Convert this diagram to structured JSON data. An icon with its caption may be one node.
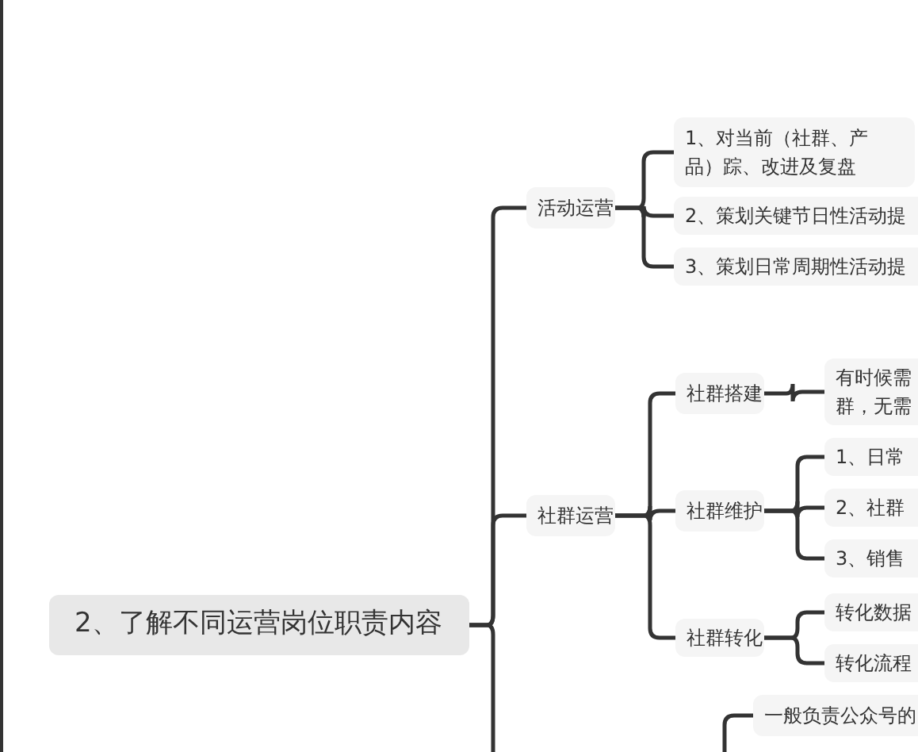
{
  "diagram": {
    "nodes": [
      {
        "text": [
          "2、了解不同运营岗位职责内容"
        ]
      },
      {
        "text": [
          "活动运营"
        ]
      },
      {
        "text": [
          "1、对当前（社群、产品）踪、改进及复盘"
        ]
      },
      {
        "text": [
          "2、策划关键节日性活动提"
        ]
      },
      {
        "text": [
          "3、策划日常周期性活动提"
        ]
      },
      {
        "text": [
          "社群运营"
        ]
      },
      {
        "text": [
          "社群搭建"
        ]
      },
      {
        "text": [
          "有时候需群，无需"
        ]
      },
      {
        "text": [
          "社群维护"
        ]
      },
      {
        "text": [
          "1、日常"
        ]
      },
      {
        "text": [
          "2、社群"
        ]
      },
      {
        "text": [
          "3、销售"
        ]
      },
      {
        "text": [
          "社群转化"
        ]
      },
      {
        "text": [
          "转化数据"
        ]
      },
      {
        "text": [
          "转化流程"
        ]
      },
      {
        "text": [
          "一般负责公众号的"
        ]
      }
    ],
    "edges": [
      {
        "from": 0,
        "to": 1,
        "arrow": "none"
      },
      {
        "from": 0,
        "to": 5,
        "arrow": "none"
      },
      {
        "from": 0,
        "to": null,
        "arrow": "none"
      },
      {
        "from": 1,
        "to": 2,
        "arrow": "none"
      },
      {
        "from": 1,
        "to": 3,
        "arrow": "none"
      },
      {
        "from": 1,
        "to": 4,
        "arrow": "none"
      },
      {
        "from": 5,
        "to": 6,
        "arrow": "none"
      },
      {
        "from": 5,
        "to": 8,
        "arrow": "none"
      },
      {
        "from": 5,
        "to": 12,
        "arrow": "none"
      },
      {
        "from": 6,
        "to": 7,
        "arrow": "none"
      },
      {
        "from": 8,
        "to": 9,
        "arrow": "none"
      },
      {
        "from": 8,
        "to": 10,
        "arrow": "none"
      },
      {
        "from": 8,
        "to": 11,
        "arrow": "none"
      },
      {
        "from": 12,
        "to": 13,
        "arrow": "none"
      },
      {
        "from": 12,
        "to": 14,
        "arrow": "none"
      },
      {
        "from": null,
        "to": 15,
        "arrow": "none"
      }
    ]
  }
}
